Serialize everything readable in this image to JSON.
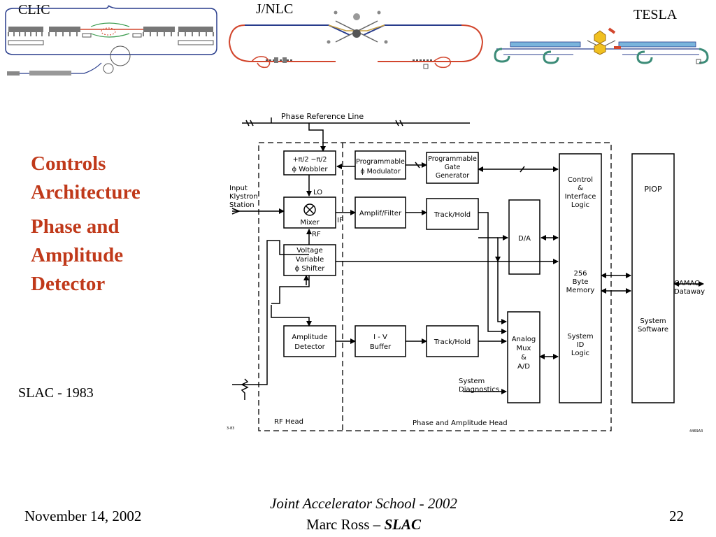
{
  "header": {
    "clic_label": "CLIC",
    "jnlc_label": "J/NLC",
    "tesla_label": "TESLA"
  },
  "title": {
    "line1": "Controls",
    "line2": "Architecture",
    "line3": "Phase and",
    "line4": "Amplitude",
    "line5": "Detector"
  },
  "caption": "SLAC - 1983",
  "diagram": {
    "phase_reference_line": "Phase Reference Line",
    "input_line1": "Input",
    "input_line2": "Klystron",
    "input_line3": "Station",
    "wobbler_line1": "+π/2  −π/2",
    "wobbler_line2": "ϕ Wobbler",
    "lo_label": "LO",
    "mixer": "Mixer",
    "rf_label": "RF",
    "if_label": "IF",
    "vvps_line1": "Voltage",
    "vvps_line2": "Variable",
    "vvps_line3": "ϕ Shifter",
    "amp_det_line1": "Amplitude",
    "amp_det_line2": "Detector",
    "prog_mod_line1": "Programmable",
    "prog_mod_line2": "ϕ Modulator",
    "amplif_filter": "Amplif/Filter",
    "iv_line1": "I - V",
    "iv_line2": "Buffer",
    "gate_line1": "Programmable",
    "gate_line2": "Gate",
    "gate_line3": "Generator",
    "track_hold_1": "Track/Hold",
    "track_hold_2": "Track/Hold",
    "da": "D/A",
    "adc_line1": "Analog",
    "adc_line2": "Mux",
    "adc_line3": "&",
    "adc_line4": "A/D",
    "sys_diag_line1": "System",
    "sys_diag_line2": "Diagnostics",
    "ctl_line1": "Control",
    "ctl_line2": "&",
    "ctl_line3": "Interface",
    "ctl_line4": "Logic",
    "ctl_line5": "256",
    "ctl_line6": "Byte",
    "ctl_line7": "Memory",
    "ctl_line8": "System",
    "ctl_line9": "ID",
    "ctl_line10": "Logic",
    "piop": "PIOP",
    "sys_sw_line1": "System",
    "sys_sw_line2": "Software",
    "camac_line1": "CAMAC",
    "camac_line2": "Dataway",
    "rf_head": "RF Head",
    "pa_head": "Phase and Amplitude Head",
    "code_left": "3-83",
    "code_right": "4469A3"
  },
  "footer": {
    "date": "November 14, 2002",
    "school": "Joint Accelerator School - 2002",
    "author": "Marc Ross –",
    "org": "SLAC",
    "page": "22"
  },
  "colors": {
    "title": "#c0391a",
    "beamline_blue": "#283c8c",
    "beamline_red": "#d2462d",
    "tesla_blue": "#7ab4dc",
    "tesla_green": "#3c8c78"
  }
}
